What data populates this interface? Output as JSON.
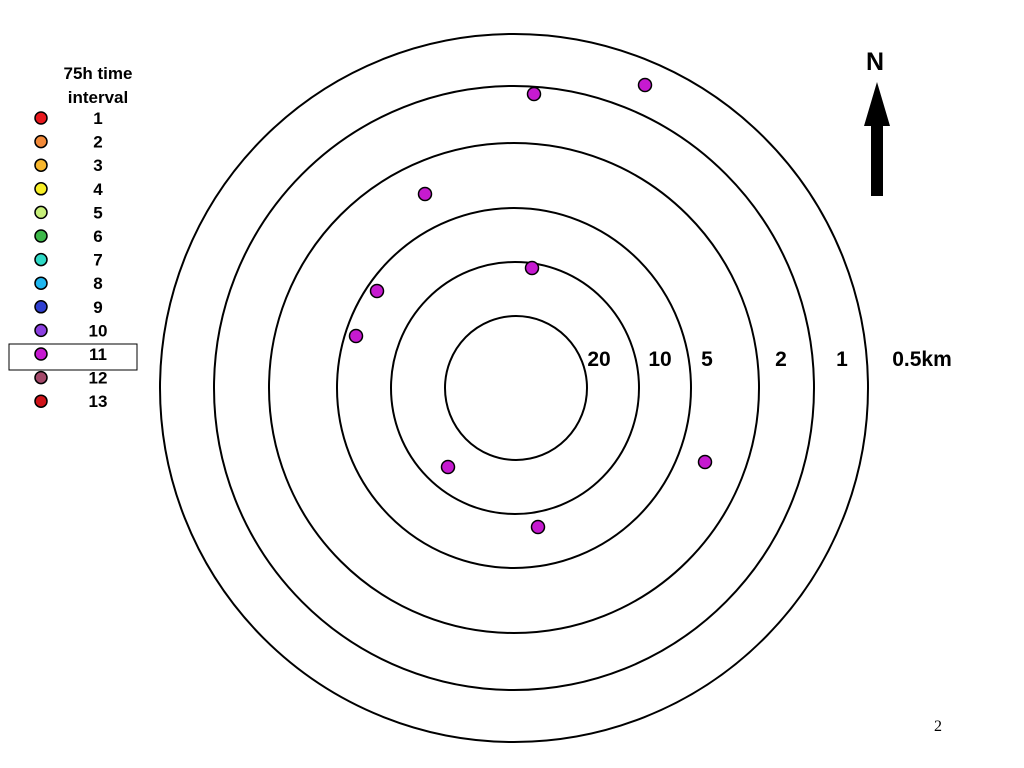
{
  "legend": {
    "title_line1": "75h time",
    "title_line2": "interval",
    "items": [
      {
        "label": "1",
        "color": "#e8191e"
      },
      {
        "label": "2",
        "color": "#f28a3a"
      },
      {
        "label": "3",
        "color": "#f7b62d"
      },
      {
        "label": "4",
        "color": "#f8ef27"
      },
      {
        "label": "5",
        "color": "#c7ef7a"
      },
      {
        "label": "6",
        "color": "#3db84a"
      },
      {
        "label": "7",
        "color": "#2fd9c6"
      },
      {
        "label": "8",
        "color": "#1fb6ef"
      },
      {
        "label": "9",
        "color": "#2f3fd0"
      },
      {
        "label": "10",
        "color": "#8b3fe0"
      },
      {
        "label": "11",
        "color": "#c61ad0"
      },
      {
        "label": "12",
        "color": "#a4496a"
      },
      {
        "label": "13",
        "color": "#d0141a"
      }
    ],
    "highlighted": "11"
  },
  "rings": [
    {
      "label": "20"
    },
    {
      "label": "10"
    },
    {
      "label": "5"
    },
    {
      "label": "2"
    },
    {
      "label": "1"
    },
    {
      "label": "0.5km"
    }
  ],
  "north": {
    "label": "N"
  },
  "points_color": "#c61ad0",
  "page_number": "2"
}
